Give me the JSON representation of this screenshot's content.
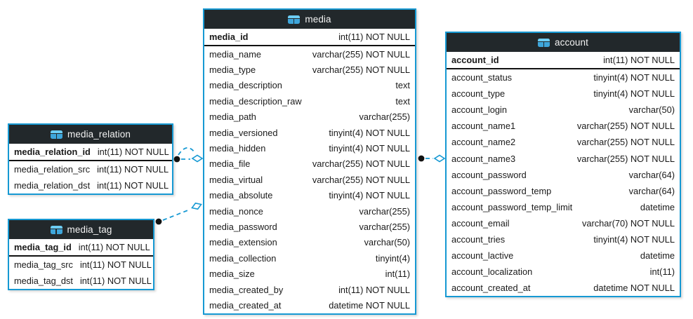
{
  "colors": {
    "accent": "#1699d3",
    "header_bg": "#22282b",
    "header_text": "#f2f2f2",
    "row_text": "#1a1a1a",
    "pk_divider": "#111111",
    "connector_dot": "#111111",
    "diamond_fill": "#ffffff",
    "table_bg": "#ffffff",
    "canvas_bg": "#ffffff"
  },
  "diagram": {
    "icon": "table-icon",
    "tables": [
      {
        "title": "media_relation",
        "pk": {
          "name": "media_relation_id",
          "type": "int(11) NOT NULL"
        },
        "fields": [
          {
            "name": "media_relation_src",
            "type": "int(11) NOT NULL"
          },
          {
            "name": "media_relation_dst",
            "type": "int(11) NOT NULL"
          }
        ]
      },
      {
        "title": "media_tag",
        "pk": {
          "name": "media_tag_id",
          "type": "int(11) NOT NULL"
        },
        "fields": [
          {
            "name": "media_tag_src",
            "type": "int(11) NOT NULL"
          },
          {
            "name": "media_tag_dst",
            "type": "int(11) NOT NULL"
          }
        ]
      },
      {
        "title": "media",
        "pk": {
          "name": "media_id",
          "type": "int(11) NOT NULL"
        },
        "fields": [
          {
            "name": "media_name",
            "type": "varchar(255) NOT NULL"
          },
          {
            "name": "media_type",
            "type": "varchar(255) NOT NULL"
          },
          {
            "name": "media_description",
            "type": "text"
          },
          {
            "name": "media_description_raw",
            "type": "text"
          },
          {
            "name": "media_path",
            "type": "varchar(255)"
          },
          {
            "name": "media_versioned",
            "type": "tinyint(4) NOT NULL"
          },
          {
            "name": "media_hidden",
            "type": "tinyint(4) NOT NULL"
          },
          {
            "name": "media_file",
            "type": "varchar(255) NOT NULL"
          },
          {
            "name": "media_virtual",
            "type": "varchar(255) NOT NULL"
          },
          {
            "name": "media_absolute",
            "type": "tinyint(4) NOT NULL"
          },
          {
            "name": "media_nonce",
            "type": "varchar(255)"
          },
          {
            "name": "media_password",
            "type": "varchar(255)"
          },
          {
            "name": "media_extension",
            "type": "varchar(50)"
          },
          {
            "name": "media_collection",
            "type": "tinyint(4)"
          },
          {
            "name": "media_size",
            "type": "int(11)"
          },
          {
            "name": "media_created_by",
            "type": "int(11) NOT NULL"
          },
          {
            "name": "media_created_at",
            "type": "datetime NOT NULL"
          }
        ]
      },
      {
        "title": "account",
        "pk": {
          "name": "account_id",
          "type": "int(11) NOT NULL"
        },
        "fields": [
          {
            "name": "account_status",
            "type": "tinyint(4) NOT NULL"
          },
          {
            "name": "account_type",
            "type": "tinyint(4) NOT NULL"
          },
          {
            "name": "account_login",
            "type": "varchar(50)"
          },
          {
            "name": "account_name1",
            "type": "varchar(255) NOT NULL"
          },
          {
            "name": "account_name2",
            "type": "varchar(255) NOT NULL"
          },
          {
            "name": "account_name3",
            "type": "varchar(255) NOT NULL"
          },
          {
            "name": "account_password",
            "type": "varchar(64)"
          },
          {
            "name": "account_password_temp",
            "type": "varchar(64)"
          },
          {
            "name": "account_password_temp_limit",
            "type": "datetime"
          },
          {
            "name": "account_email",
            "type": "varchar(70) NOT NULL"
          },
          {
            "name": "account_tries",
            "type": "tinyint(4) NOT NULL"
          },
          {
            "name": "account_lactive",
            "type": "datetime"
          },
          {
            "name": "account_localization",
            "type": "int(11)"
          },
          {
            "name": "account_created_at",
            "type": "datetime NOT NULL"
          }
        ]
      }
    ],
    "relationships": [
      {
        "from": "media_relation",
        "to": "media",
        "line": "dashed",
        "source_marker": "dot",
        "target_marker": "open-diamond"
      },
      {
        "from": "media_relation",
        "to": "media",
        "line": "dashed-curved",
        "source_marker": "dot",
        "target_marker": "open-diamond"
      },
      {
        "from": "media_tag",
        "to": "media",
        "line": "dashed",
        "source_marker": "dot",
        "target_marker": "open-diamond"
      },
      {
        "from": "media",
        "to": "account",
        "line": "dashed",
        "source_marker": "dot",
        "target_marker": "open-diamond"
      }
    ]
  }
}
